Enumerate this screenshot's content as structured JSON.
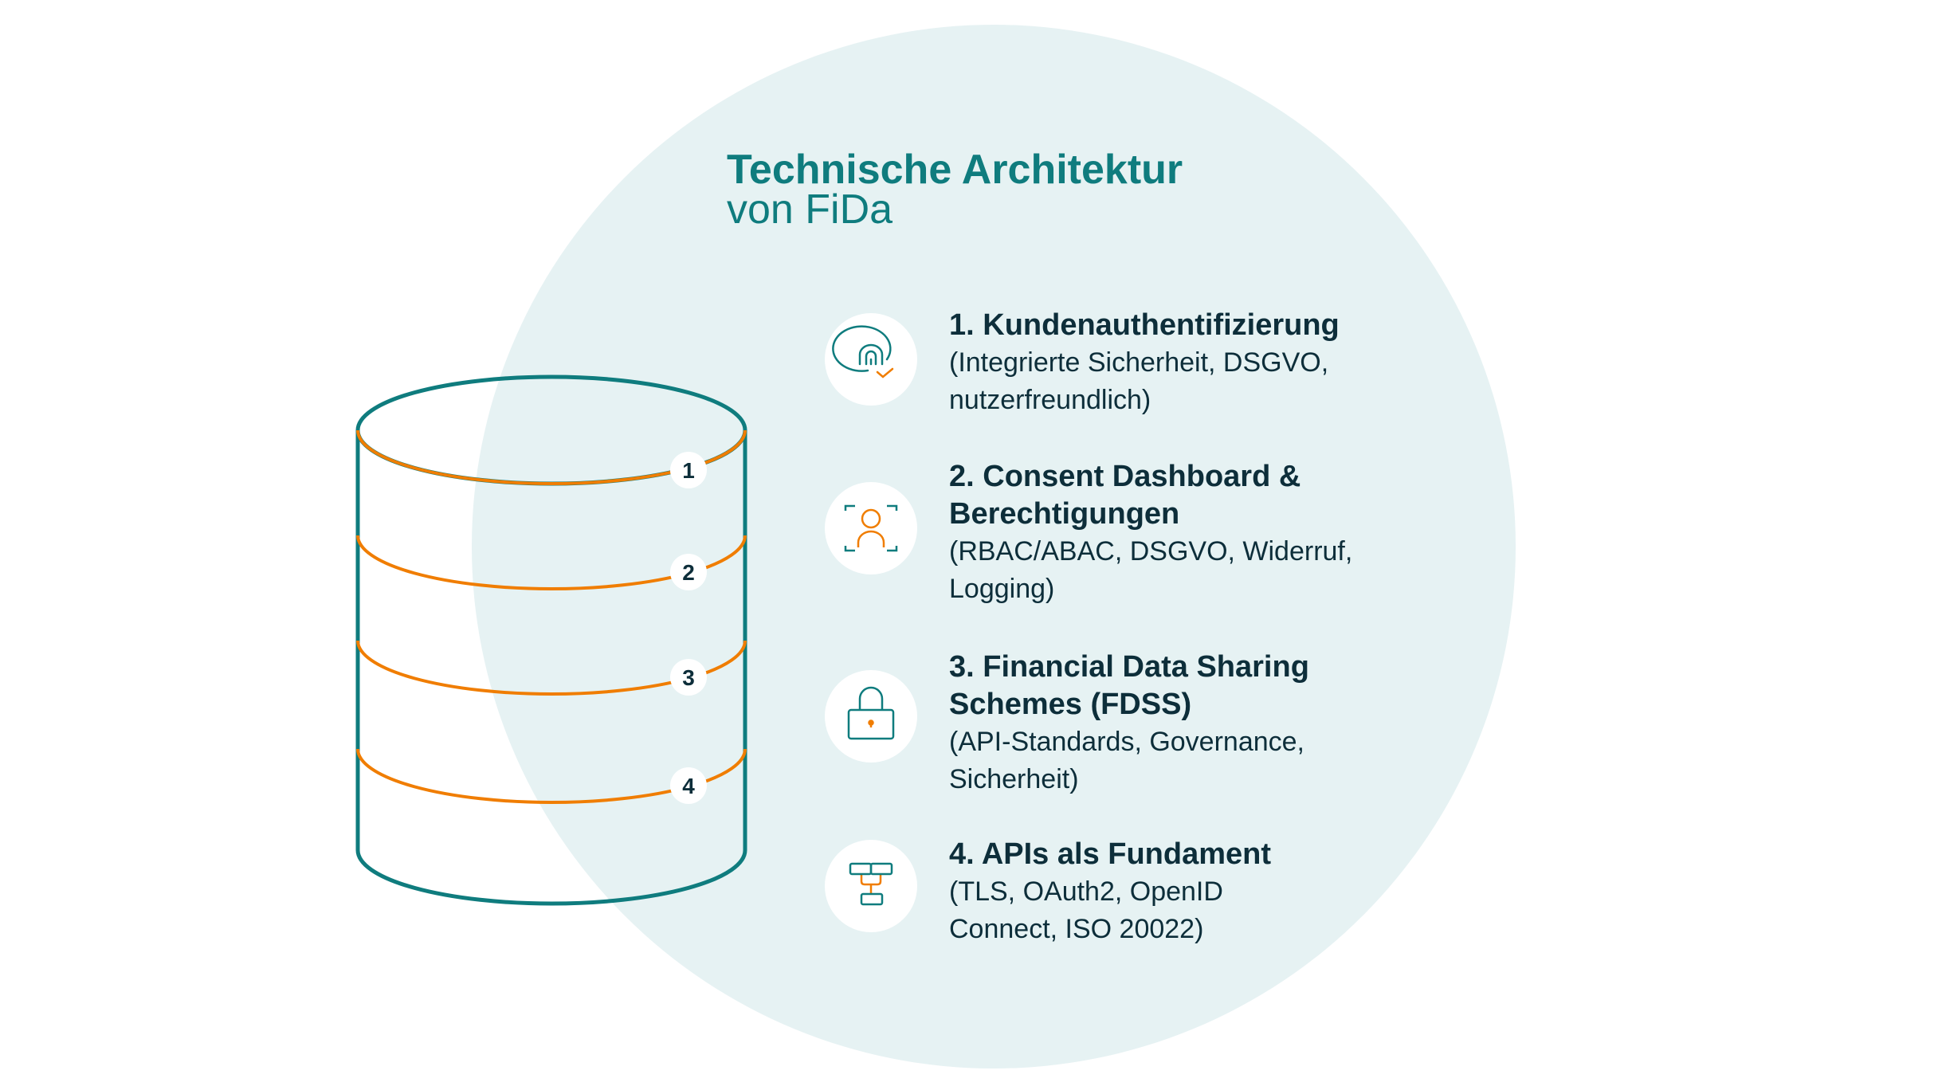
{
  "title": {
    "line1": "Technische Architektur",
    "line2": "von FiDa"
  },
  "colors": {
    "teal": "#0f7c7e",
    "orange": "#f07d00",
    "text": "#0d2e3a",
    "circle": "#e6f2f3"
  },
  "cylinder": {
    "badges": [
      "1",
      "2",
      "3",
      "4"
    ]
  },
  "items": [
    {
      "icon": "fingerprint-check-icon",
      "heading": "1. Kundenauthentifizierung",
      "desc": [
        "(Integrierte Sicherheit, DSGVO,",
        "nutzerfreundlich)"
      ]
    },
    {
      "icon": "user-scan-icon",
      "heading": [
        "2. Consent Dashboard &",
        "Berechtigungen"
      ],
      "desc": [
        "(RBAC/ABAC, DSGVO, Widerruf,",
        "Logging)"
      ]
    },
    {
      "icon": "padlock-icon",
      "heading": [
        "3. Financial Data Sharing",
        "Schemes (FDSS)"
      ],
      "desc": [
        "(API-Standards, Governance,",
        "Sicherheit)"
      ]
    },
    {
      "icon": "api-hierarchy-icon",
      "heading": "4. APIs als Fundament",
      "desc": [
        "(TLS, OAuth2, OpenID",
        "Connect, ISO 20022)"
      ]
    }
  ]
}
